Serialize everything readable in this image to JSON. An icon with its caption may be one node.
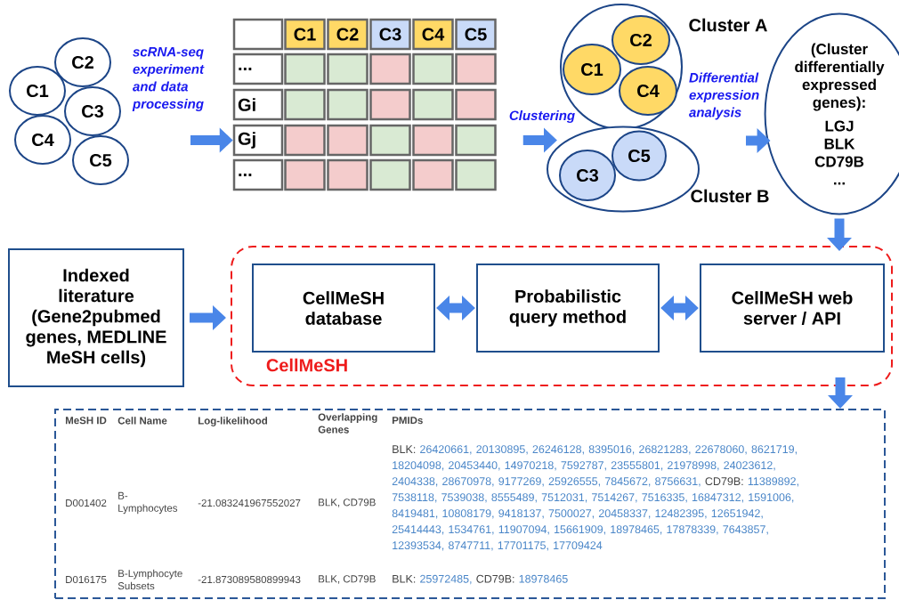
{
  "diagram": {
    "nodes": [
      {
        "text": [
          "C2"
        ]
      },
      {
        "text": [
          "C1"
        ]
      },
      {
        "text": [
          "C3"
        ]
      },
      {
        "text": [
          "C4"
        ]
      },
      {
        "text": [
          "C5"
        ]
      },
      {
        "text": [],
        "shape": "box"
      },
      {
        "text": [
          "C1"
        ]
      },
      {
        "text": [
          "C2"
        ]
      },
      {
        "text": [
          "C3"
        ]
      },
      {
        "text": [
          "C4"
        ]
      },
      {
        "text": [
          "C5"
        ]
      },
      {
        "text": [
          "..."
        ]
      },
      {
        "text": [],
        "shape": "box"
      },
      {
        "text": [],
        "shape": "box"
      },
      {
        "text": [],
        "shape": "box"
      },
      {
        "text": [],
        "shape": "box"
      },
      {
        "text": [],
        "shape": "box"
      },
      {
        "text": [
          "Gi"
        ]
      },
      {
        "text": [],
        "shape": "box"
      },
      {
        "text": [],
        "shape": "box"
      },
      {
        "text": [],
        "shape": "box"
      },
      {
        "text": [],
        "shape": "box"
      },
      {
        "text": [],
        "shape": "box"
      },
      {
        "text": [
          "Gj"
        ]
      },
      {
        "text": [],
        "shape": "box"
      },
      {
        "text": [],
        "shape": "box"
      },
      {
        "text": [],
        "shape": "box"
      },
      {
        "text": [],
        "shape": "box"
      },
      {
        "text": [],
        "shape": "box"
      },
      {
        "text": [
          "..."
        ]
      },
      {
        "text": [],
        "shape": "box"
      },
      {
        "text": [],
        "shape": "box"
      },
      {
        "text": [],
        "shape": "box"
      },
      {
        "text": [],
        "shape": "box"
      },
      {
        "text": [],
        "shape": "box"
      },
      {
        "text": [
          "Cluster A"
        ]
      },
      {
        "text": [
          "C2"
        ],
        "in": 35
      },
      {
        "text": [
          "C1"
        ],
        "in": 35
      },
      {
        "text": [
          "C4"
        ],
        "in": 35
      },
      {
        "text": [
          "Cluster B"
        ]
      },
      {
        "text": [
          "C5"
        ],
        "in": 39
      },
      {
        "text": [
          "C3"
        ],
        "in": 39
      },
      {
        "text": [
          "(Cluster differentially expressed genes):",
          "LGJ BLK CD79B ..."
        ]
      },
      {
        "text": [
          "Indexed literature (Gene2pubmed genes, MEDLINE MeSH cells)"
        ]
      },
      {
        "text": [
          "CellMeSH"
        ]
      },
      {
        "text": [
          "CellMeSH database"
        ],
        "in": 44
      },
      {
        "text": [
          "Probabilistic query method"
        ],
        "in": 44
      },
      {
        "text": [
          "CellMeSH web server / API"
        ],
        "in": 44
      },
      {
        "text": [],
        "shape": "box"
      }
    ],
    "edges": [
      {
        "from": null,
        "to": 23,
        "arrow": "to",
        "label": "scRNA-seq experiment and data processing"
      },
      {
        "from": 28,
        "to": 39,
        "arrow": "to",
        "label": "Clustering"
      },
      {
        "from": null,
        "to": 42,
        "arrow": "to",
        "label": "Differential expression analysis"
      },
      {
        "from": 42,
        "to": 44,
        "arrow": "to"
      },
      {
        "from": 43,
        "to": 44,
        "arrow": "to"
      },
      {
        "from": 45,
        "to": 46,
        "arrow": "both"
      },
      {
        "from": 46,
        "to": 47,
        "arrow": "both"
      },
      {
        "from": 44,
        "to": 48,
        "arrow": "to"
      }
    ],
    "labels": [
      "MeSH ID",
      "Cell Name",
      "Log-likelihood",
      "Overlapping Genes",
      "PMIDs",
      "D001402",
      "B- Lymphocytes",
      "-21.083241967552027",
      "BLK, CD79B",
      "BLK:",
      "26420661, 20130895, 26246128, 8395016, 26821283, 22678060, 8621719, 18204098, 20453440, 14970218, 7592787, 23555801, 21978998, 24023612, 2404338, 28670978, 9177269, 25926555, 7845672, 8756631,",
      "CD79B:",
      "11389892, 7538118, 7539038, 8555489, 7512031, 7514267, 7516335, 16847312, 1591006, 8419481, 10808179, 9418137, 7500027, 20458337, 12482395, 12651942, 25414443, 1534761, 11907094, 15661909, 18978465, 17878339, 7643857, 12393534, 8747711, 17701175, 17709424",
      "D016175",
      "B-Lymphocyte Subsets",
      "-21.873089580899943",
      "BLK, CD79B",
      "BLK:",
      "25972485,",
      "CD79B:",
      "18978465"
    ]
  }
}
